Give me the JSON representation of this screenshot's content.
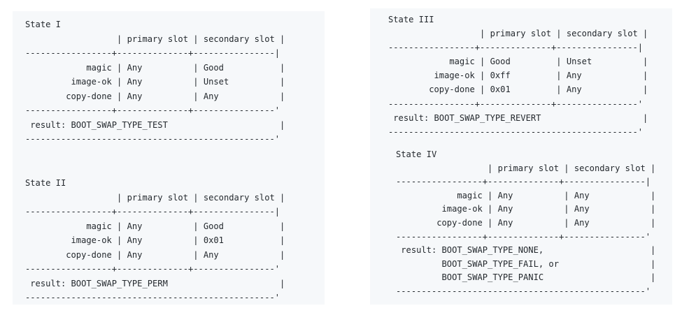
{
  "states": [
    {
      "title": "State I",
      "lines": [
        "                  | primary slot | secondary slot |",
        "-----------------+--------------+----------------|",
        "            magic | Any          | Good           |",
        "         image-ok | Any          | Unset          |",
        "        copy-done | Any          | Any            |",
        "-----------------+--------------+----------------'",
        " result: BOOT_SWAP_TYPE_TEST                      |",
        "-------------------------------------------------'"
      ]
    },
    {
      "title": "State II",
      "lines": [
        "                  | primary slot | secondary slot |",
        "-----------------+--------------+----------------|",
        "            magic | Any          | Good           |",
        "         image-ok | Any          | 0x01           |",
        "        copy-done | Any          | Any            |",
        "-----------------+--------------+----------------'",
        " result: BOOT_SWAP_TYPE_PERM                      |",
        "-------------------------------------------------'"
      ]
    },
    {
      "title": "State III",
      "lines": [
        "                  | primary slot | secondary slot |",
        "-----------------+--------------+----------------|",
        "            magic | Good         | Unset          |",
        "         image-ok | 0xff         | Any            |",
        "        copy-done | 0x01         | Any            |",
        "-----------------+--------------+----------------'",
        " result: BOOT_SWAP_TYPE_REVERT                    |",
        "-------------------------------------------------'"
      ]
    },
    {
      "title": "State IV",
      "lines": [
        "                  | primary slot | secondary slot |",
        "-----------------+--------------+----------------|",
        "            magic | Any          | Any            |",
        "         image-ok | Any          | Any            |",
        "        copy-done | Any          | Any            |",
        "-----------------+--------------+----------------'",
        " result: BOOT_SWAP_TYPE_NONE,                     |",
        "         BOOT_SWAP_TYPE_FAIL, or                  |",
        "         BOOT_SWAP_TYPE_PANIC                     |",
        "-------------------------------------------------'"
      ]
    }
  ]
}
